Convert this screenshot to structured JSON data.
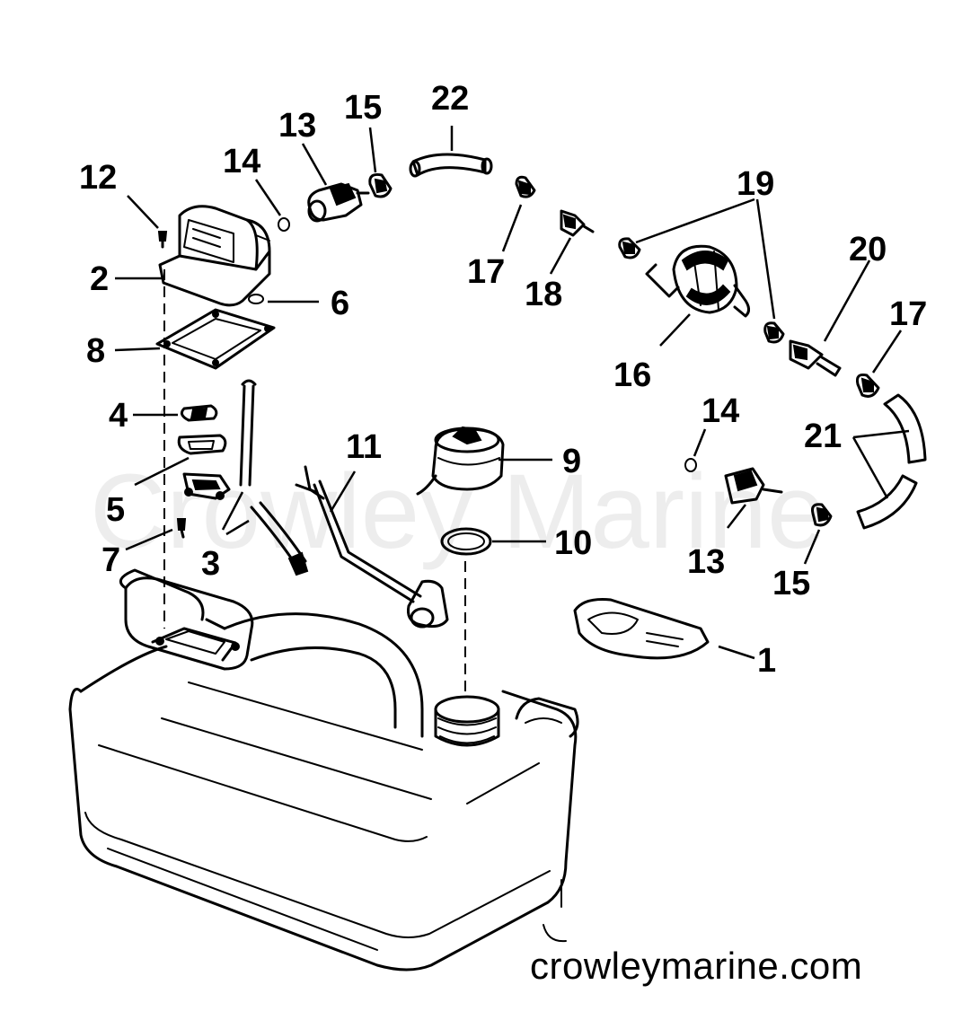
{
  "watermark": "Crowley Marine",
  "footer": "crowleymarine.com",
  "callouts": {
    "c1": "1",
    "c2": "2",
    "c3": "3",
    "c4": "4",
    "c5": "5",
    "c6": "6",
    "c7": "7",
    "c8": "8",
    "c9": "9",
    "c10": "10",
    "c11": "11",
    "c12": "12",
    "c13a": "13",
    "c13b": "13",
    "c14a": "14",
    "c14b": "14",
    "c15a": "15",
    "c15b": "15",
    "c16": "16",
    "c17a": "17",
    "c17b": "17",
    "c18": "18",
    "c19": "19",
    "c20": "20",
    "c21": "21",
    "c22": "22"
  }
}
